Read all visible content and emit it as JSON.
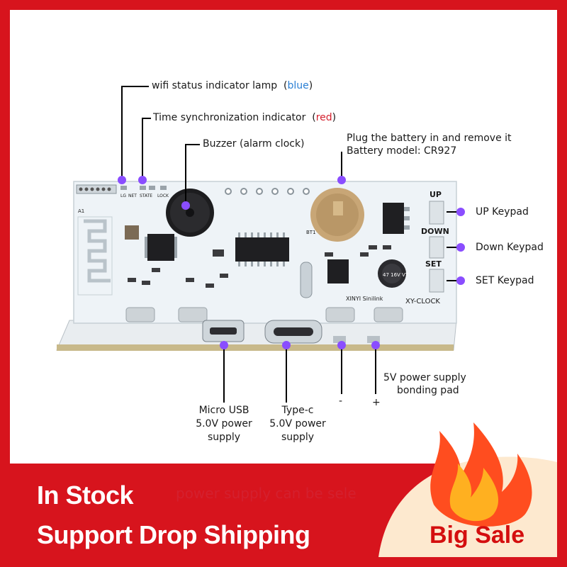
{
  "colors": {
    "frame_red": "#d7141d",
    "accent_blue": "#2a7fd4",
    "accent_red": "#d4202e",
    "callout_purple": "#8a4dff",
    "sale_red": "#d40e0e",
    "board_white": "#eef3f7"
  },
  "icons": [
    "flame-icon",
    "battery-holder-icon",
    "buzzer-icon",
    "usb-c-port-icon",
    "micro-usb-port-icon",
    "wifi-module-icon"
  ],
  "callouts": {
    "wifi_lamp": {
      "text": "wifi status indicator lamp",
      "color_word": "blue"
    },
    "time_sync": {
      "text": "Time synchronization indicator",
      "color_word": "red"
    },
    "buzzer": "Buzzer (alarm clock)",
    "battery_line1": "Plug the battery in and remove it",
    "battery_line2": "Battery model: CR927",
    "up_keypad": "UP Keypad",
    "down_keypad": "Down Keypad",
    "set_keypad": "SET Keypad",
    "pad_line1": "5V power supply",
    "pad_line2": "bonding pad",
    "minus": "-",
    "plus": "+",
    "micro_usb": [
      "Micro USB",
      "5.0V power",
      "supply"
    ],
    "type_c": [
      "Type-c",
      "5.0V power",
      "supply"
    ]
  },
  "board": {
    "brand": "XINYI Sinilink",
    "model": "XY-CLOCK",
    "btn_up": "UP",
    "btn_down": "DOWN",
    "btn_set": "SET",
    "led_labels": [
      "LG",
      "NET",
      "STATE",
      "LOCK"
    ],
    "module_label": "A1",
    "bt_label": "BT1",
    "cap_text": "47 16V VT"
  },
  "promo": {
    "in_stock": "In Stock",
    "drop_shipping": "Support Drop Shipping",
    "big_sale": "Big Sale",
    "partial_caption": "power supply can be sele"
  }
}
